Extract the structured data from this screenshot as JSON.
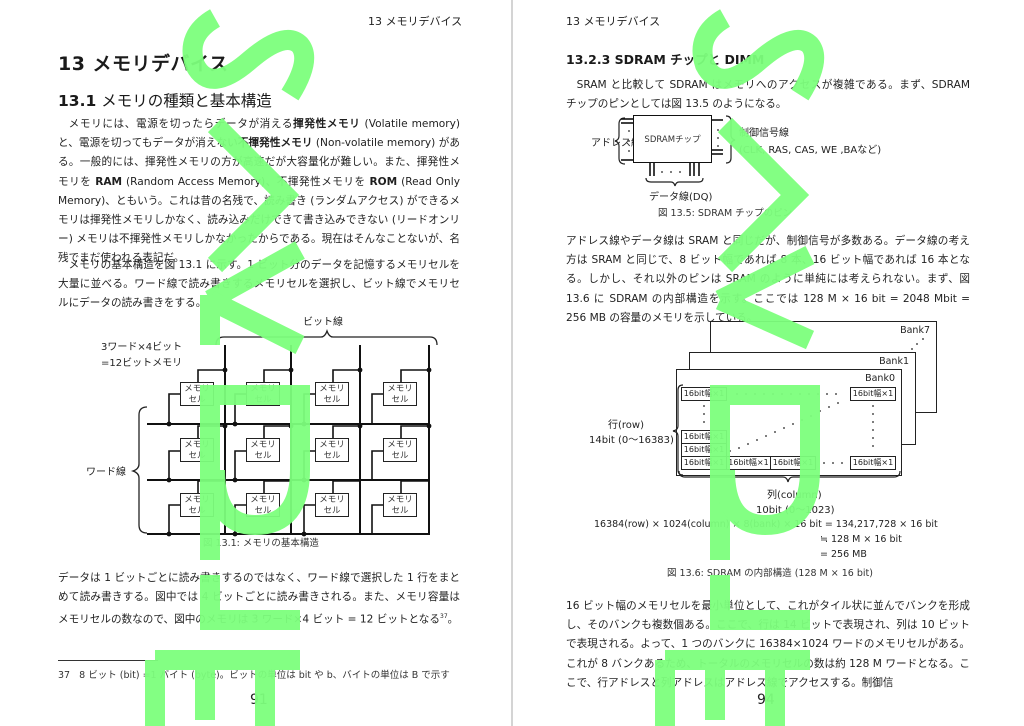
{
  "left_page": {
    "running_head": "13 メモリデバイス",
    "chapter_title": "13 メモリデバイス",
    "section": {
      "number": "13.1",
      "title": "メモリの種類と基本構造"
    },
    "para1": {
      "t1": "メモリには、電源を切ったらデータが消える",
      "b1": "揮発性メモリ",
      "t2": " (Volatile memory) と、電源を切ってもデータが消えない",
      "b2": "不揮発性メモリ",
      "t3": " (Non-volatile memory) がある。一般的には、揮発性メモリの方が高速だが大容量化が難しい。また、揮発性メモリを ",
      "b3": "RAM",
      "t4": " (Random Access Memory)、不揮発性メモリを ",
      "b4": "ROM",
      "t5": " (Read Only Memory)、ともいう。これは昔の名残で、読み書き (ランダムアクセス) ができるメモリは揮発性メモリしかなく、読み込みだけできて書き込みできない (リードオンリー) メモリは不揮発性メモリしかなかったからである。現在はそんなことないが、名残でまだ使われる表記だ。"
    },
    "para2": "メモリの基本構造を図 13.1 に示す。1 ビット分のデータを記憶するメモリセルを大量に並べる。ワード線で読み書きするメモリセルを選択し、ビット線でメモリセルにデータの読み書きをする。",
    "figure_13_1": {
      "bit_line_label": "ビット線",
      "word_line_label": "ワード線",
      "memory_label_line1": "3ワード×4ビット",
      "memory_label_line2": "=12ビットメモリ",
      "cell_label_line1": "メモリ",
      "cell_label_line2": "セル",
      "rows": 3,
      "columns": 4,
      "caption": "図 13.1: メモリの基本構造"
    },
    "para3": "データは 1 ビットごとに読み書きするのではなく、ワード線で選択した 1 行をまとめて読み書きする。図中では 4 ビットごとに読み書きされる。また、メモリ容量はメモリセルの数なので、図中のメモリは 3 ワード×4 ビット = 12 ビットとなる",
    "para3_footnote_ref": "37",
    "para3_end": "。",
    "footnote": {
      "number": "37",
      "text": "8 ビット (bit) =1 バイト (byte)。ビットの単位は bit や b、バイトの単位は B で示す"
    },
    "page_number": "91"
  },
  "right_page": {
    "running_head": "13 メモリデバイス",
    "subsection_title": "13.2.3 SDRAM チップと DIMM",
    "para1": "SRAM と比較して SDRAM はメモリへのアクセスが複雑である。まず、SDRAM チップのピンとしては図 13.5 のようになる。",
    "figure_13_5": {
      "chip_label": "SDRAMチップ",
      "address_label": "アドレス線(A)",
      "control_label_line1": "制御信号線",
      "control_label_line2": "(CLK, RAS, CAS, WE ,BAなど)",
      "data_label": "データ線(DQ)",
      "caption": "図 13.5: SDRAM チップのピン"
    },
    "para2": "アドレス線やデータ線は SRAM と同じだが、制御信号が多数ある。データ線の考え方は SRAM と同じで、8 ビット幅であれば 8 本、16 ビット幅であれば 16 本となる。しかし、それ以外のピンは SRAM のように単純には考えられない。まず、図 13.6 に SDRAM の内部構造を示す。ここでは 128 M × 16 bit = 2048 Mbit = 256 MB の容量のメモリを示している。",
    "figure_13_6": {
      "banks": [
        "Bank7",
        "Bank1",
        "Bank0"
      ],
      "cell_label": "16bit幅×1",
      "row_label_line1": "行(row)",
      "row_label_line2": "14bit (0〜16383)",
      "column_label_line1": "列(column)",
      "column_label_line2": "10bit (0〜1023)",
      "equation_line1": "16384(row) × 1024(column) × 8(bank) × 16 bit = 134,217,728 × 16 bit",
      "equation_line2": "≒ 128 M × 16 bit",
      "equation_line3": "= 256 MB",
      "caption": "図 13.6: SDRAM の内部構造 (128 M × 16 bit)"
    },
    "para3": "16 ビット幅のメモリセルを最小単位として、これがタイル状に並んでバンクを形成し、そのバンクも複数個ある。ここで、行は 14 ビットで表現され、列は 10 ビットで表現される。よって、1 つのバンクに 16384×1024 ワードのメモリセルがある。これが 8 バンクあるため、トータルのメモリセルの数は約 128 M ワードとなる。ここで、行アドレスと列アドレスはアドレス線でアクセスする。制御信",
    "page_number": "94"
  },
  "watermark": {
    "text": "SAMPLE",
    "color": "#7dff7d"
  }
}
